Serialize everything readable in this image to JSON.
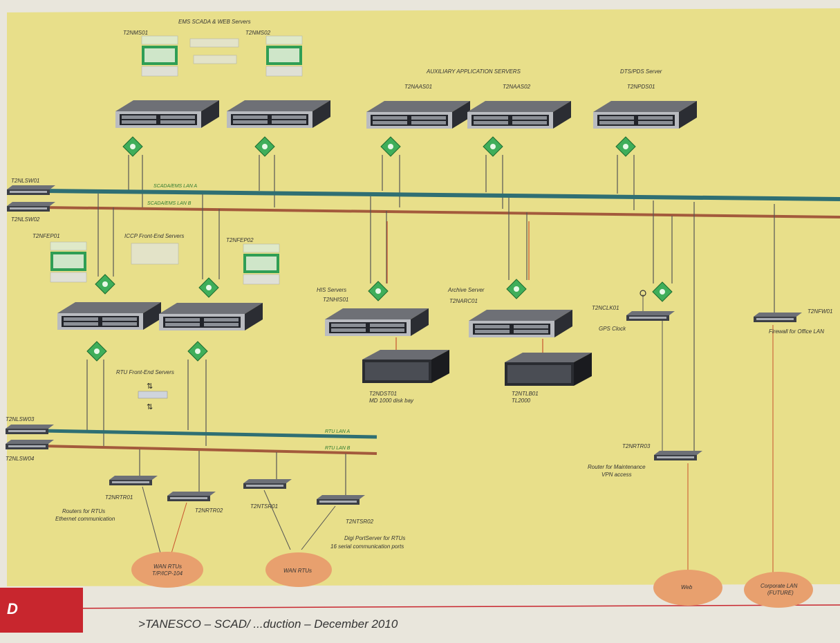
{
  "slide": {
    "corner_letter": "D",
    "footer": ">TANESCO – SCAD/ ...duction – December 2010"
  },
  "colors": {
    "background": "#e8df8a",
    "lan_a": "#2f6f73",
    "lan_b": "#a35a3c",
    "wan": "#e8a06e",
    "switch_icon": "#3fae5a"
  },
  "groups": {
    "ems": "EMS SCADA & WEB Servers",
    "aux": "AUXILIARY APPLICATION SERVERS",
    "dts": "DTS/PDS Server",
    "iccp": "ICCP Front-End Servers",
    "rtu_fe": "RTU Front-End Servers",
    "his": "HIS Servers",
    "archive": "Archive Server"
  },
  "servers": {
    "ems1": "T2NMS01",
    "ems2": "T2NMS02",
    "aux1": "T2NAAS01",
    "aux2": "T2NAAS02",
    "pds": "T2NPDS01",
    "fep1": "T2NFEP01",
    "fep2": "T2NFEP02",
    "his": "T2NHIS01",
    "arc": "T2NARC01"
  },
  "storage": {
    "dst_name": "T2NDST01",
    "dst_desc": "MD 1000 disk bay",
    "tlb_name": "T2NTLB01",
    "tlb_desc": "TL2000"
  },
  "lans": {
    "sw1": "T2NLSW01",
    "sw2": "T2NLSW02",
    "sw3": "T2NLSW03",
    "sw4": "T2NLSW04",
    "lan_a": "SCADA/EMS LAN A",
    "lan_b": "SCADA/EMS LAN B",
    "rtu_a": "RTU LAN A",
    "rtu_b": "RTU LAN B"
  },
  "devices": {
    "gps_name": "T2NCLK01",
    "gps_desc": "GPS Clock",
    "fw_name": "T2NFW01",
    "fw_desc": "Firewall for Office LAN",
    "rtr_maint": "T2NRTR03",
    "rtr_maint_desc1": "Router for Maintenance",
    "rtr_maint_desc2": "VPN access",
    "rtr1": "T2NRTR01",
    "rtr2": "T2NRTR02",
    "rtr_desc1": "Routers for RTUs",
    "rtr_desc2": "Ethernet communication",
    "ts1": "T2NTSR01",
    "ts2": "T2NTSR02",
    "ts_desc1": "Digi PortServer for RTUs",
    "ts_desc2": "16 serial communication ports"
  },
  "clouds": {
    "wan_rtu_tcp_1": "WAN  RTUs",
    "wan_rtu_tcp_2": "T/P/ICP-104",
    "wan_rtu": "WAN  RTUs",
    "web": "Web",
    "corp_1": "Corporate LAN",
    "corp_2": "(FUTURE)"
  }
}
